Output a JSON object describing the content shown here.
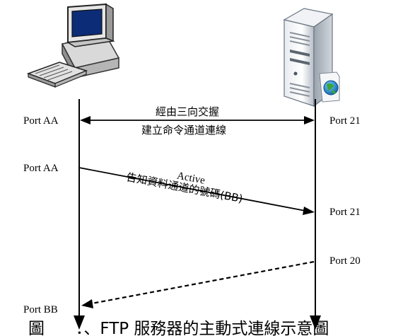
{
  "left_labels": [
    "Port AA",
    "Port AA",
    "Port BB"
  ],
  "right_labels": [
    "Port 21",
    "Port 21",
    "Port 20"
  ],
  "messages": {
    "handshake_line1": "經由三向交握",
    "handshake_line2": "建立命令通道連線",
    "active_title": "Active",
    "active_line": "告知資料通道的號碼(BB)"
  },
  "caption": "圖      ．、FTP 服務器的主動式連線示意圖",
  "icons": {
    "client": "desktop-computer-icon",
    "server": "server-tower-icon"
  }
}
